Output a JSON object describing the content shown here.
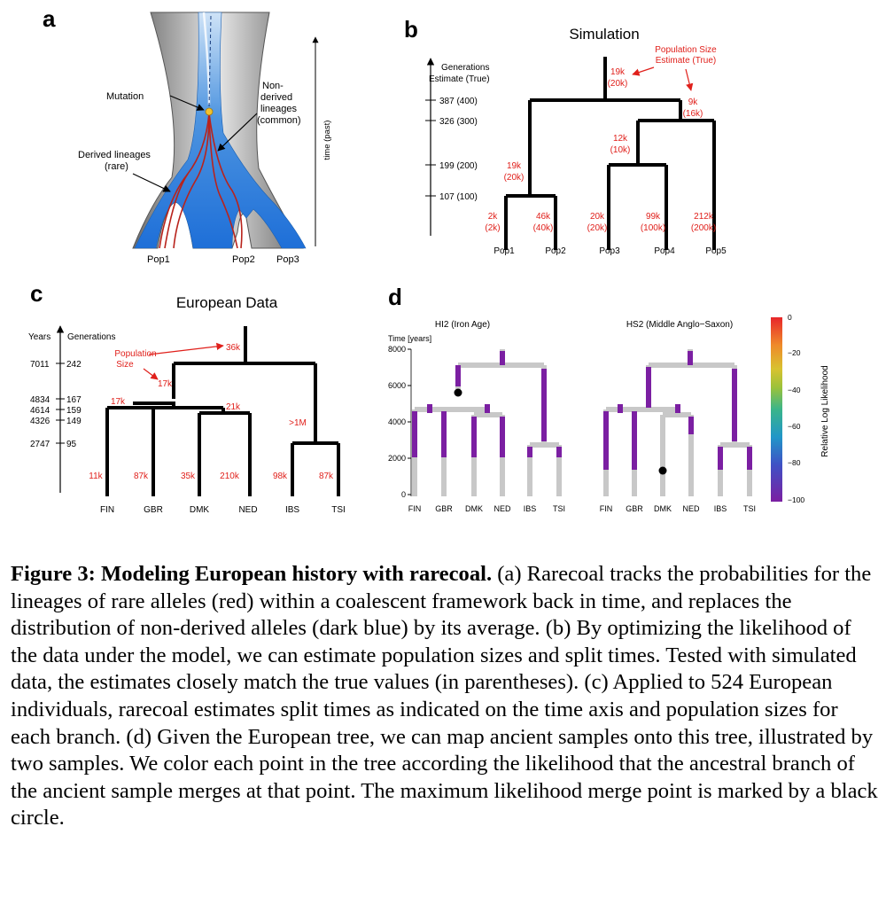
{
  "panel_a": {
    "letter": "a",
    "mutation": "Mutation",
    "nonderived": [
      "Non-",
      "derived",
      "lineages",
      "(common)"
    ],
    "derived": [
      "Derived lineages",
      "(rare)"
    ],
    "time_axis": "time (past)",
    "pops": [
      "Pop1",
      "Pop2",
      "Pop3"
    ]
  },
  "panel_b": {
    "letter": "b",
    "title": "Simulation",
    "axis_title": [
      "Generations",
      "Estimate (True)"
    ],
    "ticks": [
      "387 (400)",
      "326 (300)",
      "199 (200)",
      "107 (100)"
    ],
    "pop_size_label": [
      "Population Size",
      "Estimate (True)"
    ],
    "sizes": [
      {
        "est": "19k",
        "true": "(20k)"
      },
      {
        "est": "9k",
        "true": "(16k)"
      },
      {
        "est": "12k",
        "true": "(10k)"
      },
      {
        "est": "19k",
        "true": "(20k)"
      },
      {
        "est": "2k",
        "true": "(2k)"
      },
      {
        "est": "46k",
        "true": "(40k)"
      },
      {
        "est": "20k",
        "true": "(20k)"
      },
      {
        "est": "99k",
        "true": "(100k)"
      },
      {
        "est": "212k",
        "true": "(200k)"
      }
    ],
    "pops": [
      "Pop1",
      "Pop2",
      "Pop3",
      "Pop4",
      "Pop5"
    ]
  },
  "panel_c": {
    "letter": "c",
    "title": "European Data",
    "years_label": "Years",
    "gen_label": "Generations",
    "ticks": [
      {
        "years": "7011",
        "gens": "242"
      },
      {
        "years": "4834",
        "gens": "167"
      },
      {
        "years": "4614",
        "gens": "159"
      },
      {
        "years": "4326",
        "gens": "149"
      },
      {
        "years": "2747",
        "gens": "95"
      }
    ],
    "pop_size_label": [
      "Population",
      "Size"
    ],
    "sizes": [
      "36k",
      "17k",
      "17k",
      "21k",
      ">1M",
      "11k",
      "87k",
      "35k",
      "210k",
      "98k",
      "87k"
    ],
    "pops": [
      "FIN",
      "GBR",
      "DMK",
      "NED",
      "IBS",
      "TSI"
    ]
  },
  "panel_d": {
    "letter": "d",
    "left_title": "HI2 (Iron Age)",
    "right_title": "HS2 (Middle Anglo−Saxon)",
    "time_label": "Time [years]",
    "y_ticks": [
      "8000",
      "6000",
      "4000",
      "2000",
      "0"
    ],
    "pops": [
      "FIN",
      "GBR",
      "DMK",
      "NED",
      "IBS",
      "TSI"
    ],
    "colorbar_label": "Relative Log Likelihood",
    "colorbar_ticks": [
      "0",
      "−20",
      "−40",
      "−60",
      "−80",
      "−100"
    ]
  },
  "caption": {
    "title": "Figure 3: Modeling European history with rarecoal.",
    "text": " (a) Rarecoal tracks the probabilities for the lineages of rare alleles (red) within a coalescent framework back in time, and replaces the distribution of non-derived alleles (dark blue) by its average. (b) By optimizing the likelihood of the data under the model, we can estimate population sizes and split times. Tested with simulated data, the estimates closely match the true values (in parentheses). (c) Applied to 524 European individuals, rarecoal estimates split times as indicated on the time axis and population sizes for each branch. (d) Given the European tree, we can map ancient samples onto this tree, illustrated by two samples. We color each point in the tree according the likelihood that the ancestral branch of the ancient sample merges at that point. The maximum likelihood merge point is marked by a black circle."
  },
  "colors": {
    "tree": "#000000",
    "label_red": "#e0201b",
    "purple": "#7b1fa2",
    "gray_branch": "#c8c8c8",
    "lineage_blue": "#2a7de1"
  }
}
